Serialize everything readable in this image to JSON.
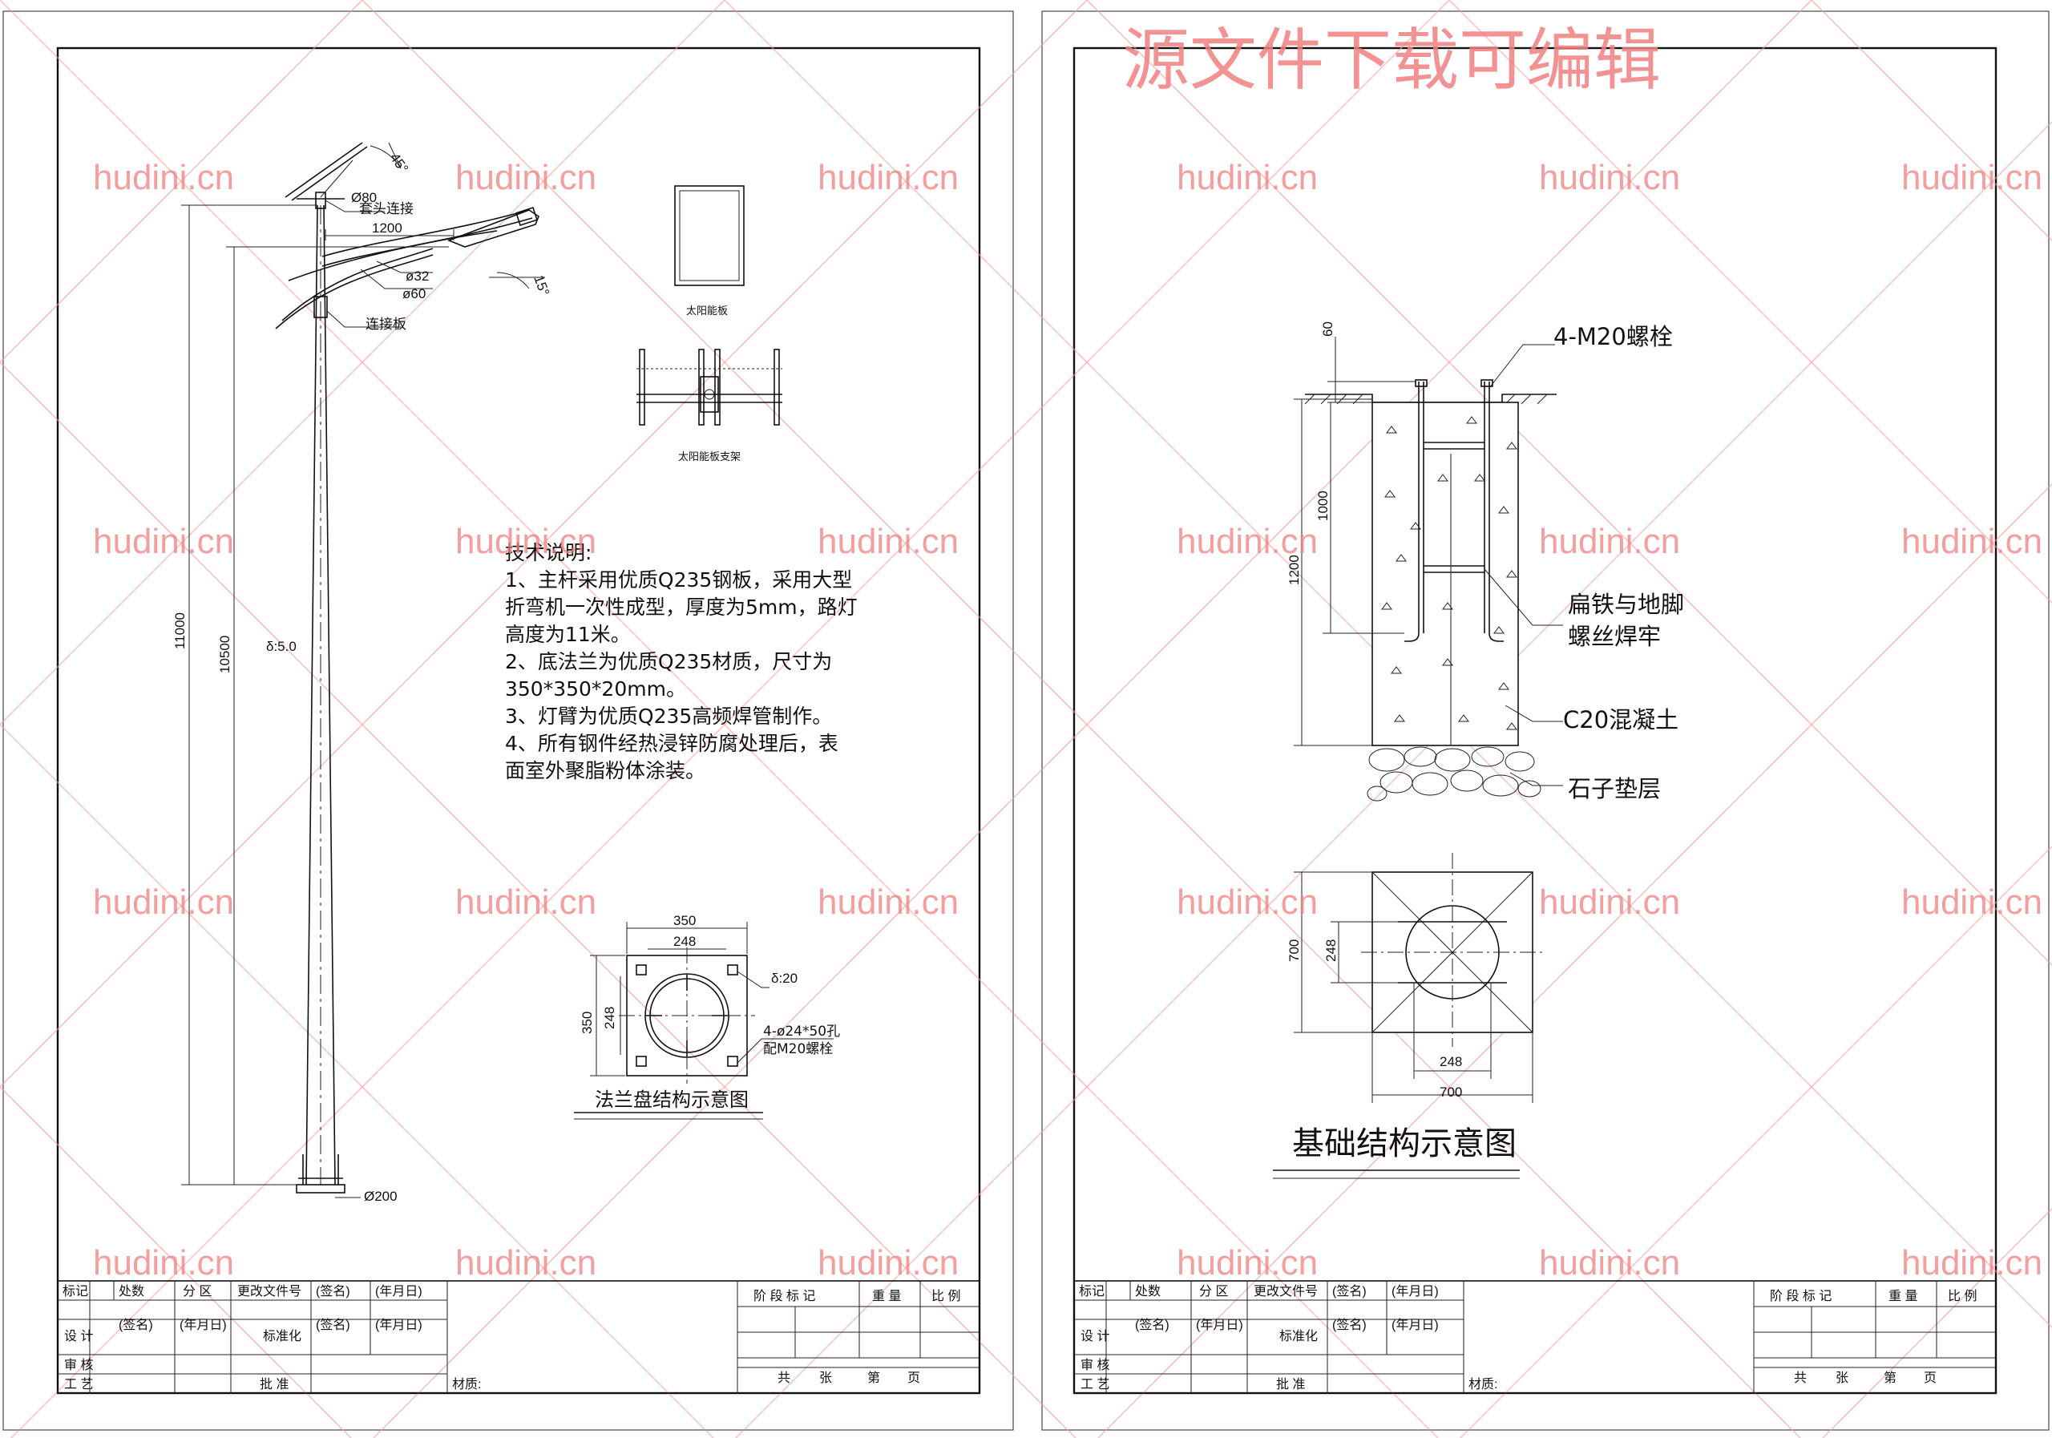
{
  "watermark": {
    "site": "hudini.cn",
    "banner": "源文件下载可编辑"
  },
  "pole_drawing": {
    "angle_panel": "45°",
    "angle_arm": "15°",
    "d_top": "Ø80",
    "sleeve_label": "套头连接",
    "arm_length": "1200",
    "d_arm_small": "ø32",
    "d_arm_large": "ø60",
    "plate_label": "连接板",
    "height_total": "11000",
    "height_lamp": "10500",
    "thickness": "δ:5.0",
    "d_base": "Ø200",
    "solar_panel_caption": "太阳能板",
    "panel_bracket_caption": "太阳能板支架"
  },
  "tech_notes": {
    "title": "技术说明:",
    "lines": [
      "1、主杆采用优质Q235钢板，采用大型",
      "折弯机一次性成型，厚度为5mm，路灯",
      "高度为11米。",
      "2、底法兰为优质Q235材质，尺寸为",
      "350*350*20mm。",
      "3、灯臂为优质Q235高频焊管制作。",
      "4、所有钢件经热浸锌防腐处理后，表",
      "面室外聚脂粉体涂装。"
    ]
  },
  "flange": {
    "outer": "350",
    "inner": "248",
    "outer_v": "350",
    "inner_v": "248",
    "thickness": "δ:20",
    "holes": "4-ø24*50孔",
    "bolts": "配M20螺栓",
    "caption": "法兰盘结构示意图"
  },
  "foundation": {
    "bolt_label": "4-M20螺栓",
    "dim_top": "60",
    "dim_1000": "1000",
    "dim_1200": "1200",
    "flat_iron_1": "扁铁与地脚",
    "flat_iron_2": "螺丝焊牢",
    "concrete": "C20混凝土",
    "gravel": "石子垫层",
    "plan_700v": "700",
    "plan_248v": "248",
    "plan_248h": "248",
    "plan_700h": "700",
    "caption": "基础结构示意图"
  },
  "title_block": {
    "biaoji": "标记",
    "chushu": "处数",
    "fenqu": "分 区",
    "gengai": "更改文件号",
    "qianming": "(签名)",
    "nianyueri": "(年月日)",
    "sheji": "设 计",
    "biaozhunhua": "标准化",
    "shenhe": "审 核",
    "gongyi": "工 艺",
    "pizhun": "批 准",
    "caizhi": "材质:",
    "jieduan": "阶 段 标 记",
    "zhongliang": "重 量",
    "bili": "比 例",
    "gong": "共",
    "zhang": "张",
    "di": "第",
    "ye": "页"
  }
}
